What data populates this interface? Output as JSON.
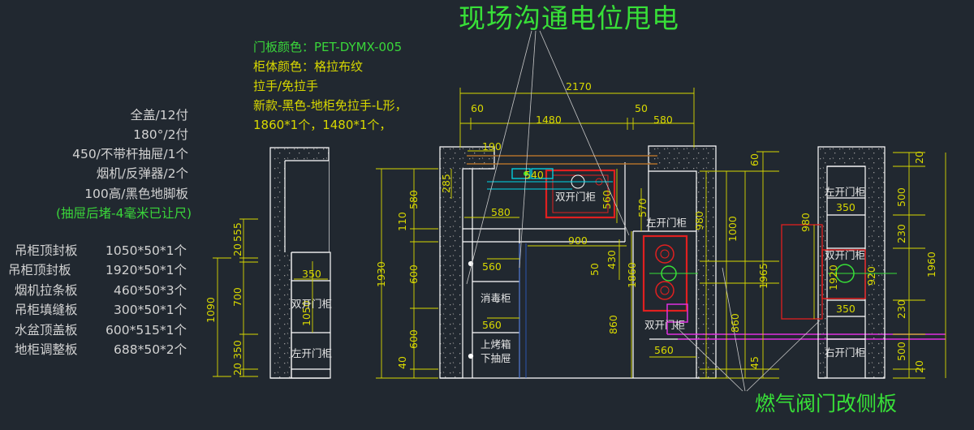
{
  "title": "现场沟通电位甩电",
  "gas_note": "燃气阀门改侧板",
  "spec_list": [
    "全盖/12付",
    "180°/2付",
    "450/不带杆抽屉/1个",
    "烟机/反弹器/2个",
    "100高/黑色地脚板"
  ],
  "drawer_note": "(抽屉后堵-4毫米已让尺)",
  "parts": [
    {
      "name": "吊柜顶封板",
      "size": "1050*50*1个"
    },
    {
      "name": "吊柜顶封板",
      "size": "1920*50*1个"
    },
    {
      "name": "烟机拉条板",
      "size": "460*50*3个"
    },
    {
      "name": "吊柜填缝板",
      "size": "300*50*1个"
    },
    {
      "name": "水盆顶盖板",
      "size": "600*515*1个"
    },
    {
      "name": "地柜调整板",
      "size": "688*50*2个"
    }
  ],
  "door_color_note": "门板颜色：PET-DYMX-005",
  "notes": [
    "柜体颜色：格拉布纹",
    "拉手/免拉手",
    "新款-黑色-地柜免拉手-L形，",
    "1860*1个，1480*1个，"
  ],
  "dims": {
    "e1_total": "1090",
    "e1_top": "555",
    "e1_t1": "20",
    "e1_mid": "700",
    "e1_bot": "350",
    "e1_t2": "20",
    "e1_w": "350",
    "e1_inner": "1050",
    "e2_total": "2170",
    "e2_l": "60",
    "e2_main": "1480",
    "e2_m": "50",
    "e2_r": "580",
    "e2_h": "1930",
    "e2_a": "580",
    "e2_b": "110",
    "e2_c": "600",
    "e2_d": "600",
    "e2_e": "40",
    "e2_190": "190",
    "e2_285": "285",
    "e2_580b": "580",
    "e2_900": "900",
    "e2_560a": "560",
    "e2_560b": "560",
    "e2_sink": "540",
    "e2_560c": "560",
    "e2_570": "570",
    "e3_980": "980",
    "e3_1000": "1000",
    "e3_1965": "1965",
    "e3_860a": "860",
    "e3_860b": "860",
    "e3_45": "45",
    "e3_60": "60",
    "e3_1860": "1860",
    "e3_430": "430",
    "e3_50": "50",
    "e3_560": "560",
    "e4_20a": "20",
    "e4_500a": "500",
    "e4_230a": "230",
    "e4_1920": "1920",
    "e4_230b": "230",
    "e4_500b": "500",
    "e4_20b": "20",
    "e4_1960": "1960",
    "e4_350a": "350",
    "e4_350b": "350",
    "e4_980": "980",
    "e4_920": "920"
  },
  "labels": {
    "e1_double": "双开门柜",
    "e1_left": "左开门柜",
    "e2_sink_double": "双开门柜",
    "e2_disinfect": "消毒柜",
    "e2_oven": "上烤箱",
    "e2_drawer": "下抽屉",
    "e3_left": "左开门柜",
    "e3_double": "双开门柜",
    "e4_left": "左开门柜",
    "e4_double": "双开门柜",
    "e4_right": "右开门柜"
  },
  "colors": {
    "background": "#212830",
    "wall": "#ffffff",
    "dimension": "#d8d800",
    "green": "#38e038",
    "red": "#e02020",
    "magenta": "#e030e0",
    "cyan": "#00d8e8",
    "brown": "#b0702a"
  }
}
